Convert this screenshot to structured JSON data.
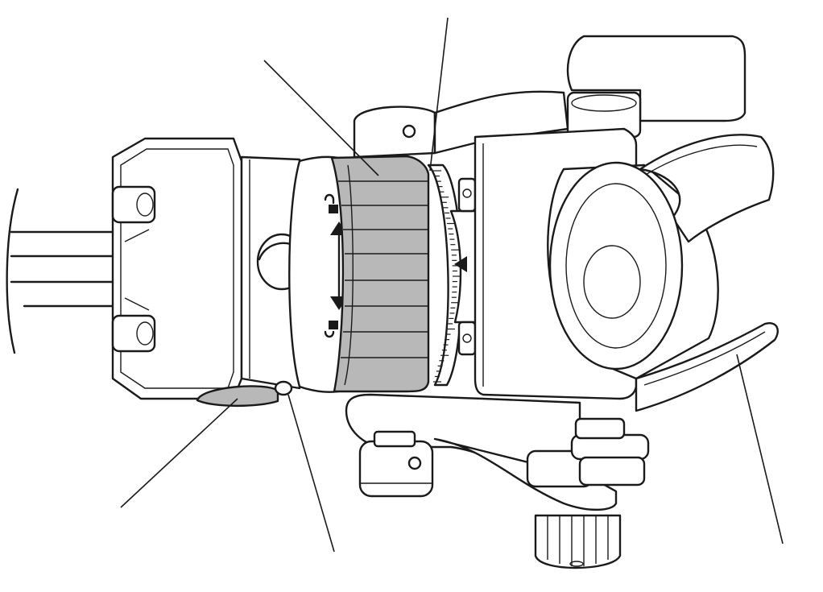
{
  "diagram": {
    "colors": {
      "stroke": "#1a1a1a",
      "shade": "#b8b8b8",
      "background": "#ffffff"
    },
    "icons": [
      "lock-open-icon",
      "lock-closed-icon",
      "double-arrow-icon",
      "pointer-arrow-icon"
    ],
    "callouts": [
      {
        "id": "locking-ring",
        "label": ""
      },
      {
        "id": "scale-ring",
        "label": ""
      },
      {
        "id": "lower-knob",
        "label": ""
      },
      {
        "id": "screw",
        "label": ""
      },
      {
        "id": "lever",
        "label": ""
      }
    ]
  }
}
